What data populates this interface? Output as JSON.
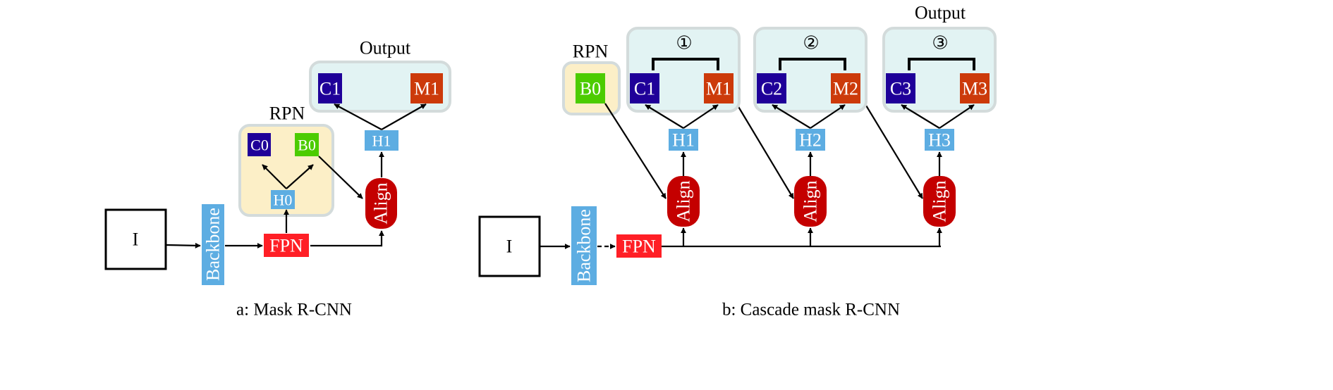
{
  "colors": {
    "classifier": "#1f0099",
    "mask": "#cc3a0a",
    "box": "#4ccc00",
    "head": "#5dade2",
    "fpn": "#ff1f26",
    "align": "#c40000",
    "backbone": "#5dade2",
    "rpn_bg": "#fcefc7",
    "output_bg": "#e2f3f3",
    "group_border": "#d3dbdb"
  },
  "a": {
    "caption": "a: Mask R-CNN",
    "input": "I",
    "backbone": "Backbone",
    "fpn": "FPN",
    "rpn_label": "RPN",
    "c0": "C0",
    "b0": "B0",
    "h0": "H0",
    "align": "Align",
    "h1": "H1",
    "output_label": "Output",
    "c1": "C1",
    "m1": "M1"
  },
  "b": {
    "caption": "b: Cascade mask R-CNN",
    "input": "I",
    "backbone": "Backbone",
    "fpn": "FPN",
    "rpn_label": "RPN",
    "b0": "B0",
    "output_label": "Output",
    "stages": [
      {
        "num": "①",
        "c": "C1",
        "m": "M1",
        "h": "H1",
        "align": "Align"
      },
      {
        "num": "②",
        "c": "C2",
        "m": "M2",
        "h": "H2",
        "align": "Align"
      },
      {
        "num": "③",
        "c": "C3",
        "m": "M3",
        "h": "H3",
        "align": "Align"
      }
    ]
  }
}
